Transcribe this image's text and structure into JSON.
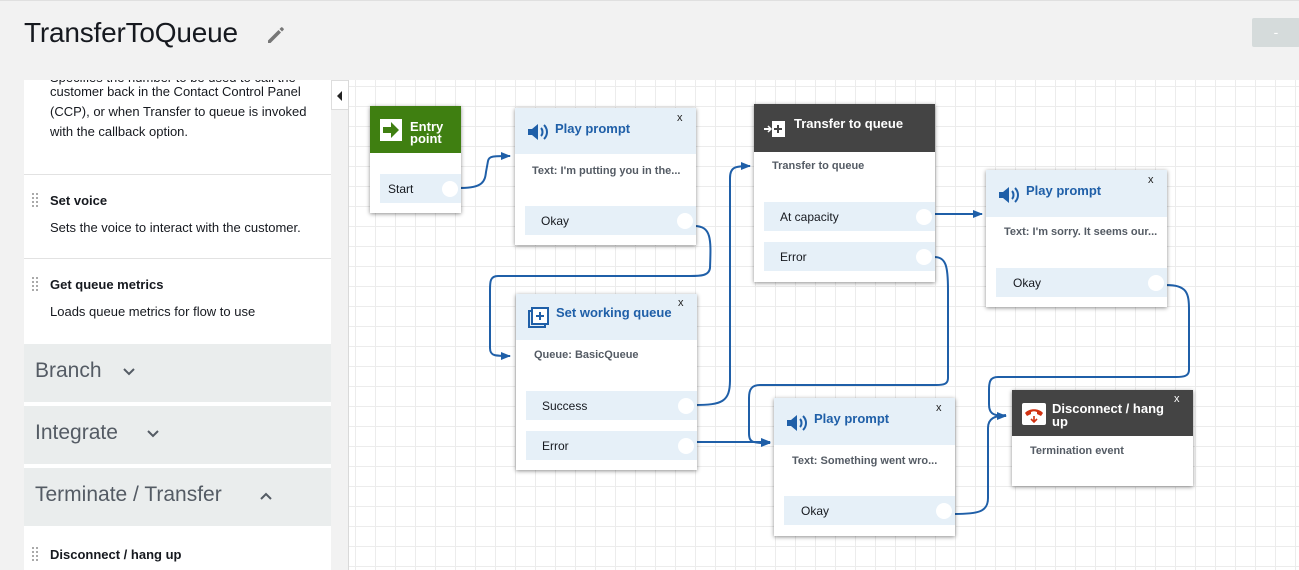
{
  "header": {
    "title": "TransferToQueue",
    "top_right_button": "-"
  },
  "sidebar": {
    "partial_desc_cut": "Specifies the number to be used to call the",
    "partial_desc": "customer back in the Contact Control Panel (CCP), or when Transfer to queue is invoked with the callback option.",
    "items": [
      {
        "name": "Set voice",
        "desc": "Sets the voice to interact with the customer."
      },
      {
        "name": "Get queue metrics",
        "desc": "Loads queue metrics for flow to use"
      }
    ],
    "groups": [
      {
        "label": "Branch",
        "state": "collapsed"
      },
      {
        "label": "Integrate",
        "state": "collapsed"
      },
      {
        "label": "Terminate / Transfer",
        "state": "expanded"
      }
    ],
    "last_item": {
      "name": "Disconnect / hang up"
    }
  },
  "canvas": {
    "entry": {
      "title_line1": "Entry",
      "title_line2": "point",
      "branch": "Start"
    },
    "play1": {
      "title": "Play prompt",
      "close": "x",
      "sub": "Text: I'm putting you in the...",
      "branch": "Okay"
    },
    "setq": {
      "title": "Set working queue",
      "close": "x",
      "sub": "Queue: BasicQueue",
      "branch1": "Success",
      "branch2": "Error"
    },
    "transfer": {
      "title": "Transfer to queue",
      "sub": "Transfer to queue",
      "branch1": "At capacity",
      "branch2": "Error"
    },
    "play2": {
      "title": "Play prompt",
      "close": "x",
      "sub": "Text: I'm sorry. It seems our...",
      "branch": "Okay"
    },
    "play3": {
      "title": "Play prompt",
      "close": "x",
      "sub": "Text: Something went wro...",
      "branch": "Okay"
    },
    "disconnect": {
      "title_line1": "Disconnect / hang",
      "title_line2": "up",
      "close": "x",
      "sub": "Termination event"
    }
  },
  "colors": {
    "link": "#1f5fa8",
    "wire": "#1f5fa8",
    "entry_green": "#3f7f11",
    "dark_head": "#444444",
    "branch_bg": "#e6f0f8",
    "group_bg": "#eaeded"
  },
  "icons": {
    "edit": "pencil-icon",
    "entry": "arrow-right-icon",
    "play": "speaker-icon",
    "queue": "queue-add-icon",
    "transfer": "transfer-icon",
    "disconnect": "phone-hangup-icon"
  }
}
